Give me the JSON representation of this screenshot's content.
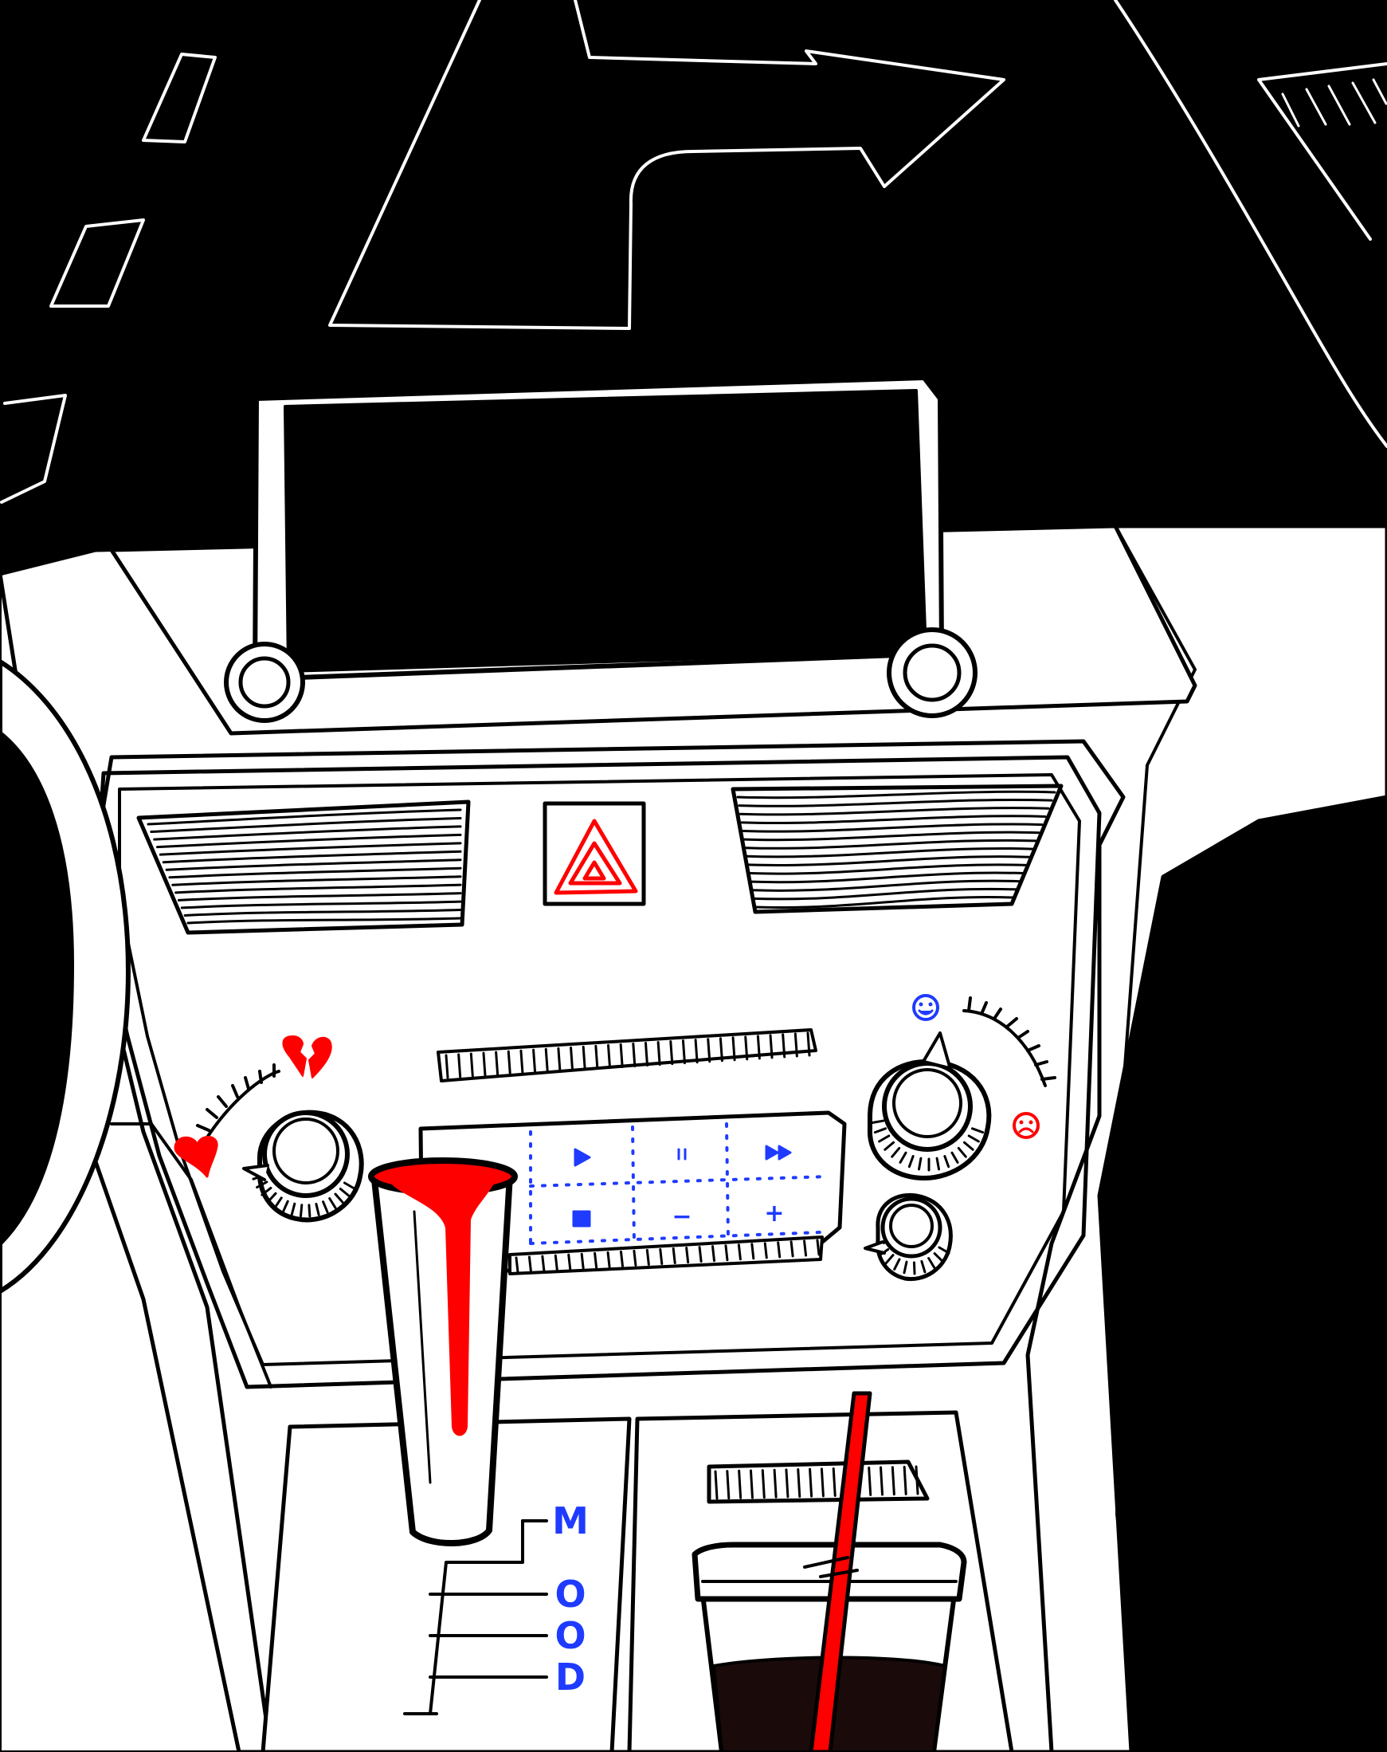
{
  "colors": {
    "background": "#000000",
    "line": "#ffffff",
    "ink": "#000000",
    "accent_red": "#ff0000",
    "accent_blue": "#1f3bff",
    "drink": "#1a0a0a"
  },
  "hazard_button": {
    "icon": "hazard-triangle-icon",
    "color": "#ff0000"
  },
  "media_controls": [
    {
      "icon": "play-icon",
      "label": ""
    },
    {
      "icon": "pause-icon",
      "label": ""
    },
    {
      "icon": "skip-forward-icon",
      "label": ""
    },
    {
      "icon": "stop-icon",
      "label": ""
    },
    {
      "icon": "minus-icon",
      "label": "−"
    },
    {
      "icon": "plus-icon",
      "label": "+"
    }
  ],
  "left_dial": {
    "min_icon": "heart-icon",
    "max_icon": "broken-heart-icon"
  },
  "right_dial": {
    "min_icon": "happy-face-icon",
    "max_icon": "sad-face-icon"
  },
  "gear_positions": [
    "M",
    "O",
    "O",
    "D"
  ],
  "drink": {
    "icon": "drink-cup-icon",
    "straw_color": "#ff0000"
  }
}
